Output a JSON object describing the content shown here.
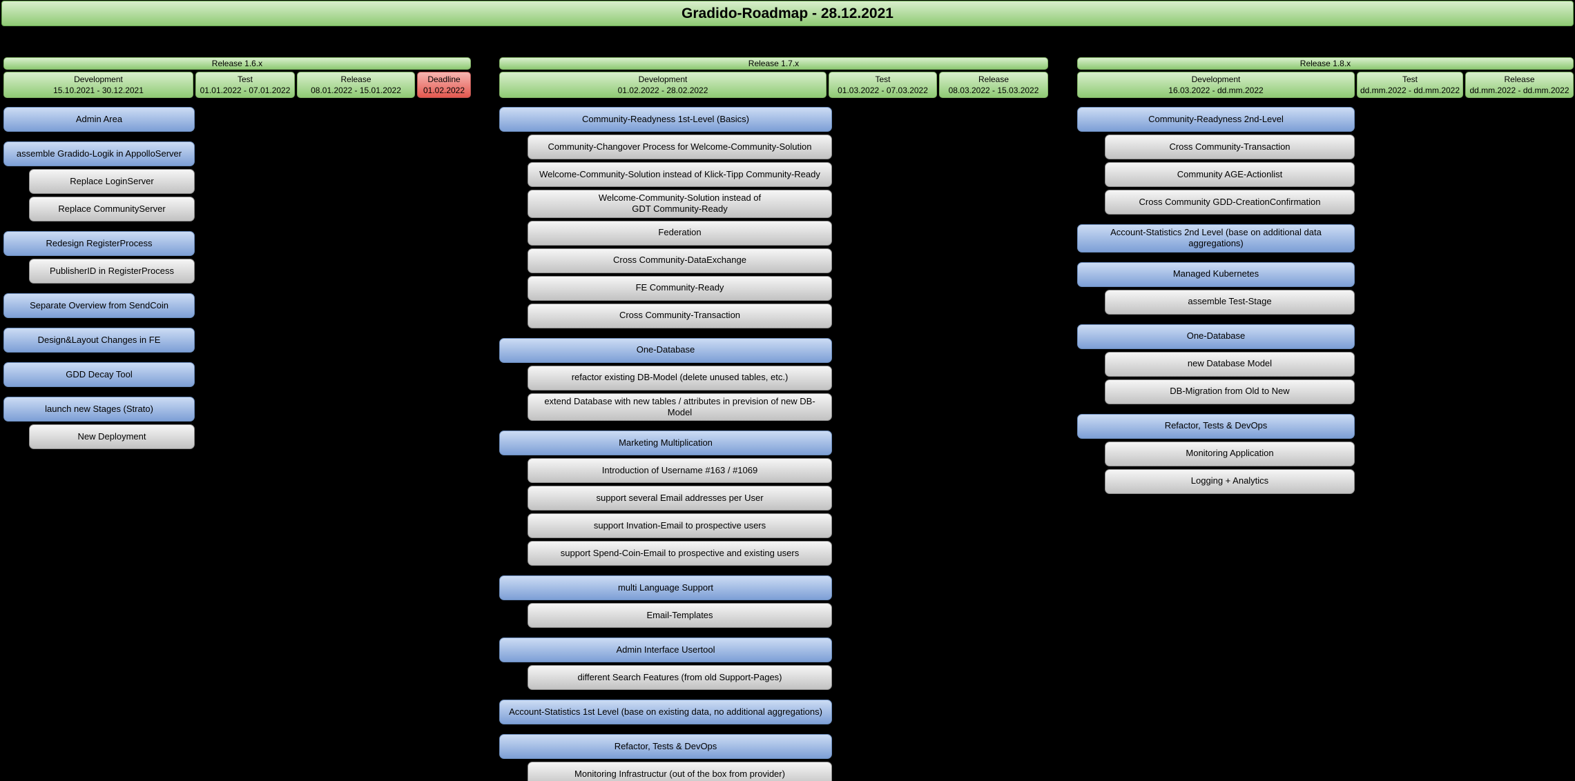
{
  "title": "Gradido-Roadmap - 28.12.2021",
  "colors": {
    "background": "#000000",
    "text": "#000000",
    "green_light": "#d9efcd",
    "green_dark": "#8fca74",
    "green_border": "#82b366",
    "red_light": "#f6b5b1",
    "red_dark": "#e4584f",
    "red_border": "#b85450",
    "blue_light": "#ccdcf4",
    "blue_dark": "#7d9fd6",
    "blue_border": "#6c8ebf",
    "gray_light": "#f6f6f6",
    "gray_dark": "#c2c2c2",
    "gray_border": "#8f8f8f"
  },
  "releases": [
    {
      "name": "Release 1.6.x",
      "phases": [
        {
          "label": "Development",
          "dates": "15.10.2021 - 30.12.2021",
          "color": "green"
        },
        {
          "label": "Test",
          "dates": "01.01.2022 - 07.01.2022",
          "color": "green"
        },
        {
          "label": "Release",
          "dates": "08.01.2022 - 15.01.2022",
          "color": "green"
        },
        {
          "label": "Deadline",
          "dates": "01.02.2022",
          "color": "red"
        }
      ],
      "items": [
        {
          "label": "Admin Area",
          "type": "parent"
        },
        {
          "label": "assemble Gradido-Logik in AppolloServer",
          "type": "parent"
        },
        {
          "label": "Replace LoginServer",
          "type": "child"
        },
        {
          "label": "Replace CommunityServer",
          "type": "child"
        },
        {
          "label": "Redesign RegisterProcess",
          "type": "parent"
        },
        {
          "label": "PublisherID in RegisterProcess",
          "type": "child"
        },
        {
          "label": "Separate Overview from SendCoin",
          "type": "parent"
        },
        {
          "label": "Design&Layout Changes in FE",
          "type": "parent"
        },
        {
          "label": "GDD Decay Tool",
          "type": "parent"
        },
        {
          "label": "launch new Stages (Strato)",
          "type": "parent"
        },
        {
          "label": "New Deployment",
          "type": "child"
        }
      ]
    },
    {
      "name": "Release 1.7.x",
      "phases": [
        {
          "label": "Development",
          "dates": "01.02.2022 - 28.02.2022",
          "color": "green"
        },
        {
          "label": "Test",
          "dates": "01.03.2022 - 07.03.2022",
          "color": "green"
        },
        {
          "label": "Release",
          "dates": "08.03.2022 - 15.03.2022",
          "color": "green"
        }
      ],
      "items": [
        {
          "label": "Community-Readyness 1st-Level (Basics)",
          "type": "parent"
        },
        {
          "label": "Community-Changover Process for Welcome-Community-Solution",
          "type": "child"
        },
        {
          "label": "Welcome-Community-Solution instead of Klick-Tipp Community-Ready",
          "type": "child"
        },
        {
          "label": "Welcome-Community-Solution instead of\nGDT Community-Ready",
          "type": "child"
        },
        {
          "label": "Federation",
          "type": "child"
        },
        {
          "label": "Cross Community-DataExchange",
          "type": "child"
        },
        {
          "label": "FE Community-Ready",
          "type": "child"
        },
        {
          "label": "Cross Community-Transaction",
          "type": "child"
        },
        {
          "label": "One-Database",
          "type": "parent"
        },
        {
          "label": "refactor existing DB-Model (delete unused tables, etc.)",
          "type": "child"
        },
        {
          "label": "extend Database with new tables / attributes in prevision of new DB-Model",
          "type": "child"
        },
        {
          "label": "Marketing Multiplication",
          "type": "parent"
        },
        {
          "label": "Introduction of Username #163 / #1069",
          "type": "child"
        },
        {
          "label": "support several Email addresses per User",
          "type": "child"
        },
        {
          "label": "support Invation-Email to prospective users",
          "type": "child"
        },
        {
          "label": "support Spend-Coin-Email to prospective and existing users",
          "type": "child"
        },
        {
          "label": "multi Language Support",
          "type": "parent"
        },
        {
          "label": "Email-Templates",
          "type": "child"
        },
        {
          "label": "Admin Interface Usertool",
          "type": "parent"
        },
        {
          "label": "different Search Features (from old Support-Pages)",
          "type": "child"
        },
        {
          "label": "Account-Statistics 1st Level (base on existing data, no additional aggregations)",
          "type": "parent"
        },
        {
          "label": "Refactor, Tests & DevOps",
          "type": "parent"
        },
        {
          "label": "Monitoring Infrastructur (out of the box from provider)",
          "type": "child"
        }
      ]
    },
    {
      "name": "Release 1.8.x",
      "phases": [
        {
          "label": "Development",
          "dates": "16.03.2022 - dd.mm.2022",
          "color": "green"
        },
        {
          "label": "Test",
          "dates": "dd.mm.2022 - dd.mm.2022",
          "color": "green"
        },
        {
          "label": "Release",
          "dates": "dd.mm.2022 - dd.mm.2022",
          "color": "green"
        }
      ],
      "items": [
        {
          "label": "Community-Readyness 2nd-Level",
          "type": "parent"
        },
        {
          "label": "Cross Community-Transaction",
          "type": "child"
        },
        {
          "label": "Community AGE-Actionlist",
          "type": "child"
        },
        {
          "label": "Cross Community GDD-CreationConfirmation",
          "type": "child"
        },
        {
          "label": "Account-Statistics 2nd Level (base on additional data aggregations)",
          "type": "parent"
        },
        {
          "label": "Managed Kubernetes",
          "type": "parent"
        },
        {
          "label": "assemble Test-Stage",
          "type": "child"
        },
        {
          "label": "One-Database",
          "type": "parent"
        },
        {
          "label": "new Database Model",
          "type": "child"
        },
        {
          "label": "DB-Migration from Old to New",
          "type": "child"
        },
        {
          "label": "Refactor, Tests & DevOps",
          "type": "parent"
        },
        {
          "label": "Monitoring Application",
          "type": "child"
        },
        {
          "label": "Logging + Analytics",
          "type": "child"
        }
      ]
    }
  ]
}
